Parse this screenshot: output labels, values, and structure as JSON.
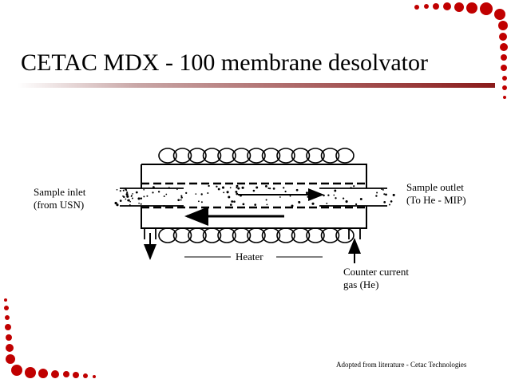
{
  "slide": {
    "title": "CETAC MDX - 100 membrane desolvator",
    "credit": "Adopted from literature - Cetac Technologies"
  },
  "diagram": {
    "sample_inlet": [
      "Sample inlet",
      "(from USN)"
    ],
    "sample_outlet": [
      "Sample outlet",
      "(To He - MIP)"
    ],
    "heater": "Heater",
    "counter_gas": [
      "Counter current",
      "gas (He)"
    ]
  },
  "colors": {
    "accent": "#c00000",
    "rule_dark": "#8a1a1a"
  }
}
